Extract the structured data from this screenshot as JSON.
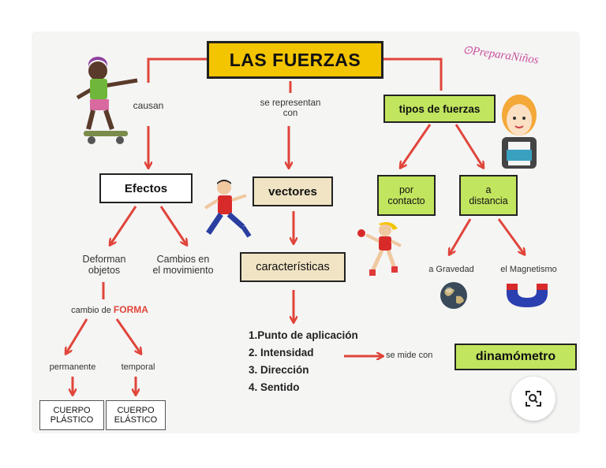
{
  "title": "LAS FUERZAS",
  "brand": "PreparaNiños",
  "labels": {
    "causan": "causan",
    "se_representan_1": "se representan",
    "se_representan_2": "con",
    "se_mide_con": "se mide con"
  },
  "nodes": {
    "efectos": "Efectos",
    "vectores": "vectores",
    "caracteristicas": "características",
    "tipos": "tipos de fuerzas",
    "por_contacto_1": "por",
    "por_contacto_2": "contacto",
    "a_distancia_1": "a",
    "a_distancia_2": "distancia",
    "dinamometro": "dinamómetro"
  },
  "efectos": {
    "deforman_1": "Deforman",
    "deforman_2": "objetos",
    "cambios_1": "Cambios en",
    "cambios_2": "el movimiento",
    "cambio_de": "cambio de ",
    "forma": "FORMA",
    "permanente": "permanente",
    "temporal": "temporal",
    "cuerpo_plastico_1": "CUERPO",
    "cuerpo_plastico_2": "PLÁSTICO",
    "cuerpo_elastico_1": "CUERPO",
    "cuerpo_elastico_2": "ELÁSTICO"
  },
  "caracteristicas_list": [
    "1.Punto de aplicación",
    "2. Intensidad",
    "3. Dirección",
    "4. Sentido"
  ],
  "distancia": {
    "gravedad": "a Gravedad",
    "magnetismo": "el Magnetismo"
  },
  "colors": {
    "title_bg": "#f3c400",
    "arrow": "#e0453a",
    "green_box": "#c2e55f",
    "tan_box": "#f1e4c4",
    "brand": "#c8509c",
    "forma": "#e0453a"
  },
  "icons": {
    "skater": "skater-boy-icon",
    "running_boy": "running-boy-icon",
    "teacher": "teacher-icon",
    "ball_girl": "ball-girl-icon",
    "earth": "earth-globe-icon",
    "magnet": "magnet-icon",
    "lens": "visual-search-icon",
    "brand": "brand-clock-icon"
  }
}
